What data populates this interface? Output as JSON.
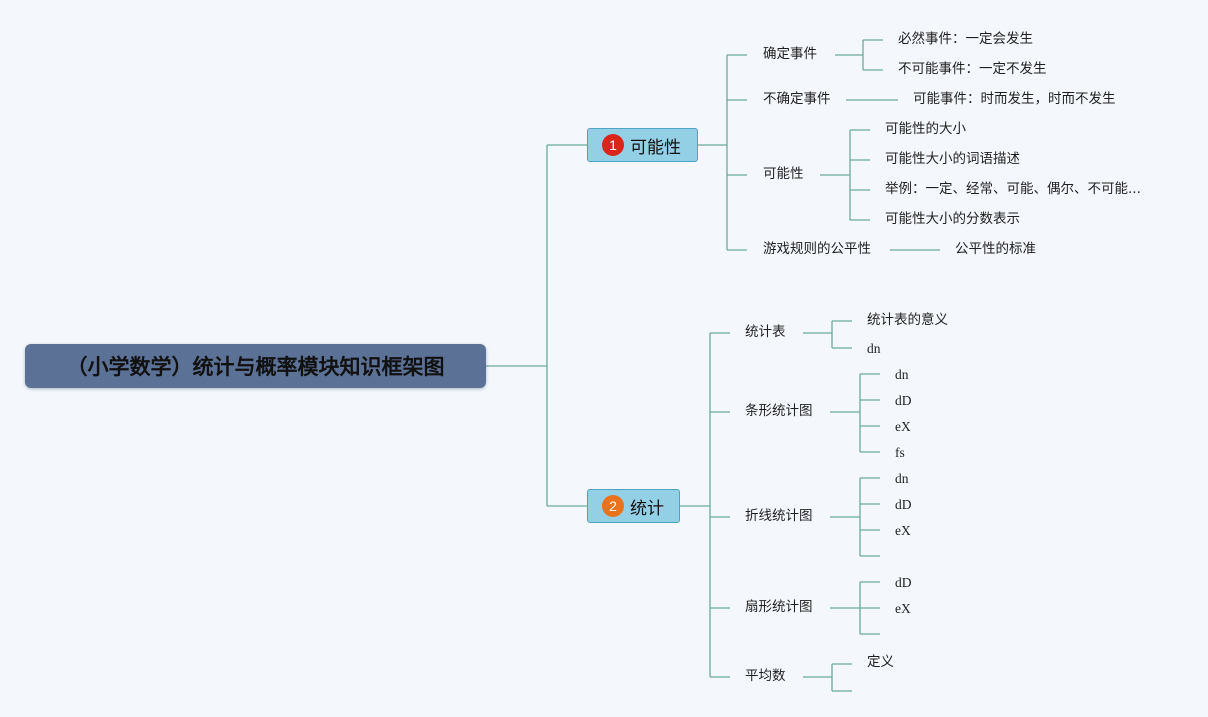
{
  "root": {
    "title": "（小学数学）统计与概率模块知识框架图"
  },
  "possibility": {
    "badge": "1",
    "badge_color": "#d9251a",
    "label": "可能性",
    "certain": {
      "label": "确定事件",
      "items": [
        "必然事件：一定会发生",
        "不可能事件：一定不发生"
      ]
    },
    "uncertain": {
      "label": "不确定事件",
      "items": [
        "可能事件：时而发生，时而不发生"
      ]
    },
    "possibility": {
      "label": "可能性",
      "items": [
        "可能性的大小",
        "可能性大小的词语描述",
        "举例：一定、经常、可能、偶尔、不可能...",
        "可能性大小的分数表示"
      ]
    },
    "fairness": {
      "label": "游戏规则的公平性",
      "items": [
        "公平性的标准"
      ]
    }
  },
  "statistics": {
    "badge": "2",
    "badge_color": "#e8731c",
    "label": "统计",
    "table": {
      "label": "统计表",
      "items": [
        "统计表的意义",
        "dn"
      ]
    },
    "bar": {
      "label": "条形统计图",
      "items": [
        "dn",
        "dD",
        "eX",
        "fs"
      ]
    },
    "line": {
      "label": "折线统计图",
      "items": [
        "dn",
        "dD",
        "eX"
      ]
    },
    "pie": {
      "label": "扇形统计图",
      "items": [
        "dD",
        "eX"
      ]
    },
    "average": {
      "label": "平均数",
      "items": [
        "定义"
      ]
    }
  },
  "colors": {
    "connector": "#6aaa98",
    "root_bg": "#5c7196",
    "branch_bg": "#93d0e6"
  }
}
